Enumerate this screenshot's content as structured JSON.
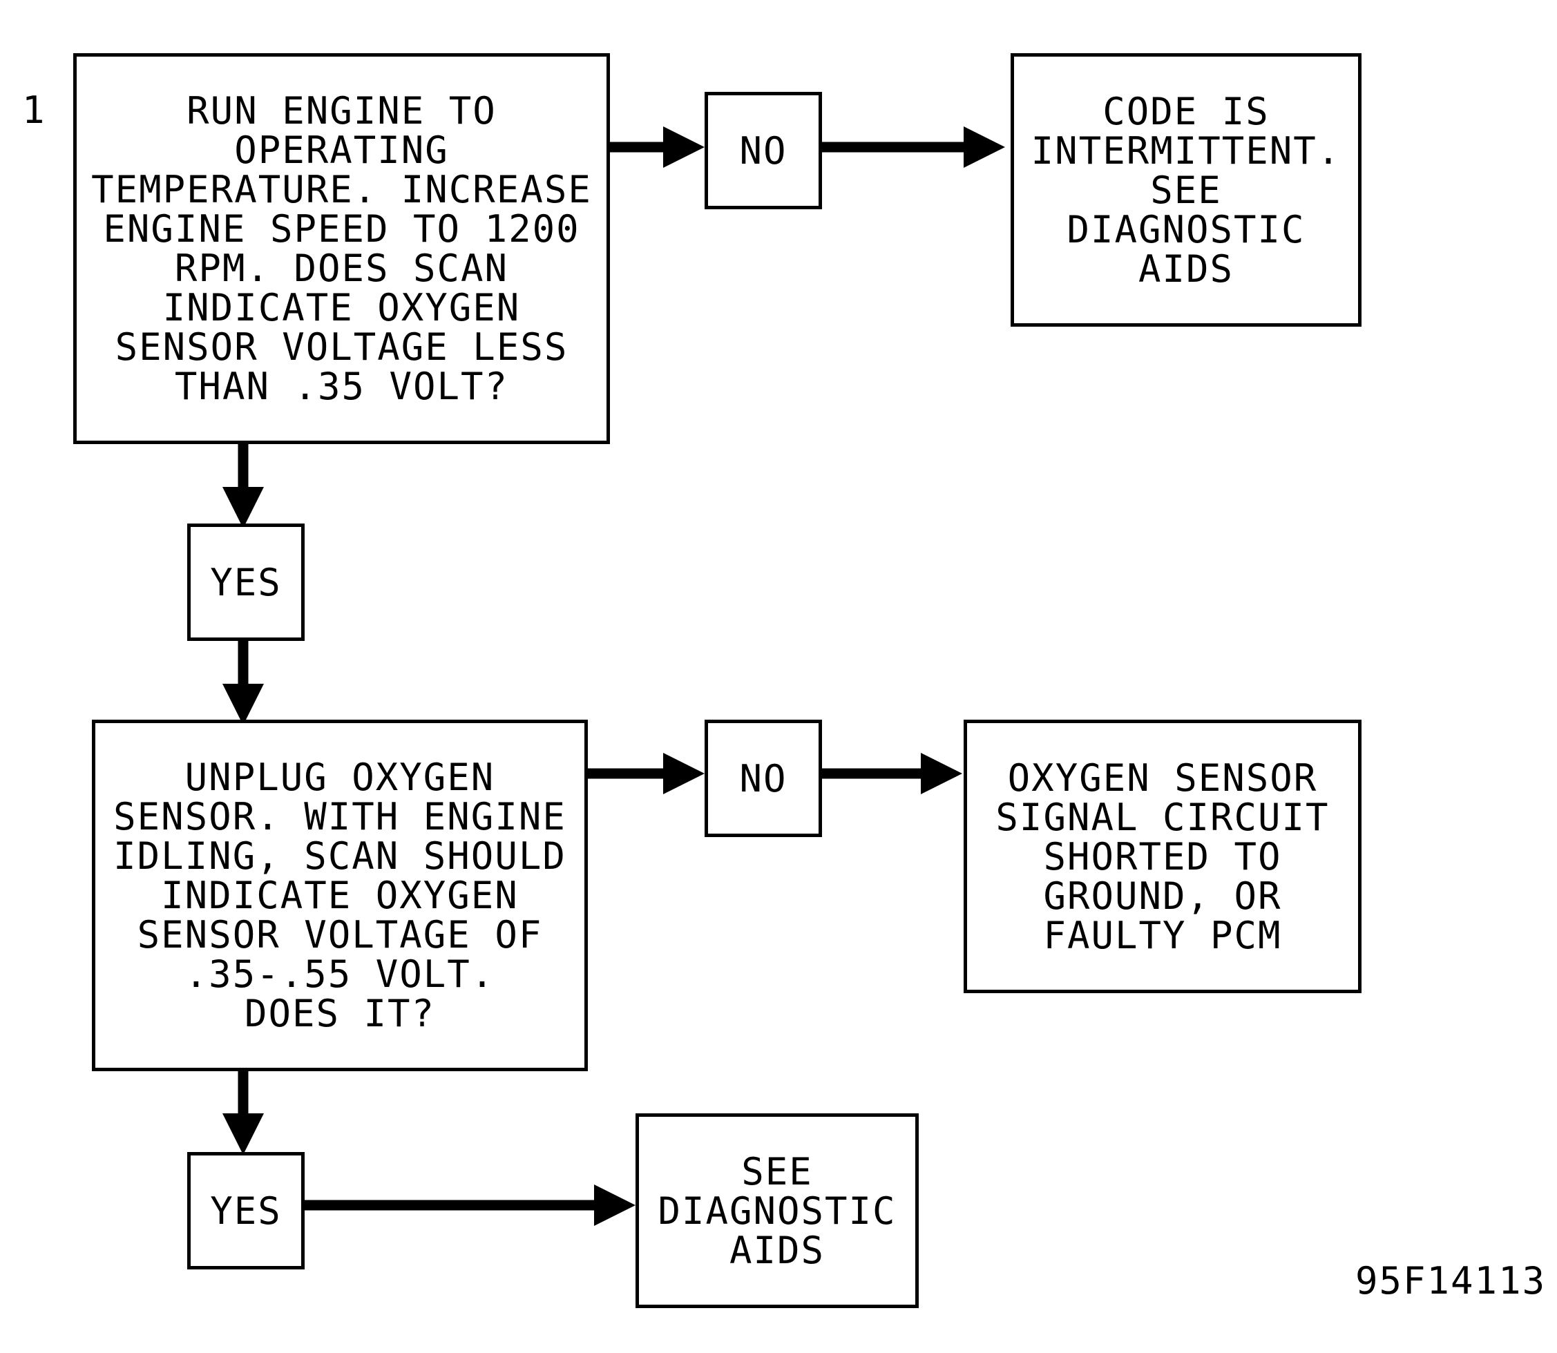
{
  "step_number": "1",
  "figure_code": "95F14113",
  "boxes": {
    "step1": [
      "RUN ENGINE TO",
      "OPERATING",
      "TEMPERATURE. INCREASE",
      "ENGINE SPEED TO 1200",
      "RPM. DOES SCAN",
      "INDICATE OXYGEN",
      "SENSOR VOLTAGE LESS",
      "THAN .35 VOLT?"
    ],
    "intermittent": [
      "CODE IS",
      "INTERMITTENT.",
      "SEE",
      "DIAGNOSTIC",
      "AIDS"
    ],
    "step2": [
      "UNPLUG OXYGEN",
      "SENSOR. WITH ENGINE",
      "IDLING, SCAN SHOULD",
      "INDICATE OXYGEN",
      "SENSOR VOLTAGE OF",
      ".35-.55 VOLT.",
      "DOES IT?"
    ],
    "shorted": [
      "OXYGEN SENSOR",
      "SIGNAL CIRCUIT",
      "SHORTED TO",
      "GROUND, OR",
      "FAULTY PCM"
    ],
    "see_aids": [
      "SEE",
      "DIAGNOSTIC",
      "AIDS"
    ]
  },
  "labels": {
    "no_1": "NO",
    "yes_1": "YES",
    "no_2": "NO",
    "yes_2": "YES"
  }
}
